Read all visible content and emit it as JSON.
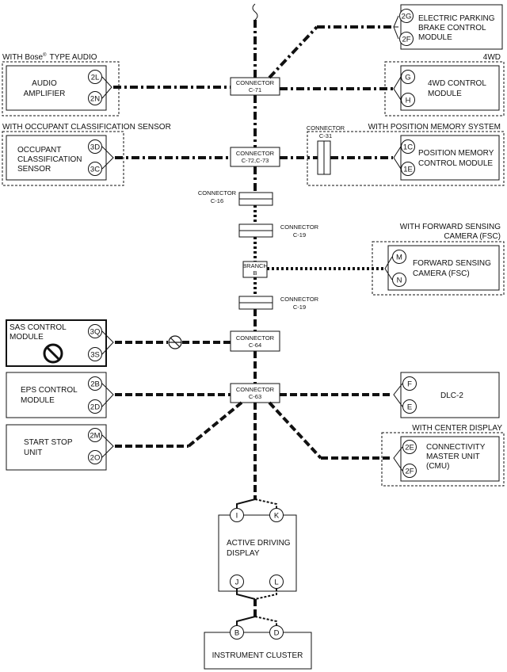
{
  "section_labels": {
    "bose_prefix": "WITH Bose",
    "bose_reg": "®",
    "bose_suffix": "TYPE AUDIO",
    "awd": "4WD",
    "occupant": "WITH OCCUPANT CLASSIFICATION SENSOR",
    "position_memory": "WITH POSITION MEMORY SYSTEM",
    "fsc_line1": "WITH FORWARD SENSING",
    "fsc_line2": "CAMERA (FSC)",
    "center_display": "WITH CENTER DISPLAY"
  },
  "modules": {
    "epb": [
      "ELECTRIC PARKING",
      "BRAKE CONTROL",
      "MODULE"
    ],
    "audio": [
      "AUDIO",
      "AMPLIFIER"
    ],
    "awd": [
      "4WD CONTROL",
      "MODULE"
    ],
    "ocs": [
      "OCCUPANT",
      "CLASSIFICATION",
      "SENSOR"
    ],
    "pm": [
      "POSITION MEMORY",
      "CONTROL MODULE"
    ],
    "fsc": [
      "FORWARD SENSING",
      "CAMERA (FSC)"
    ],
    "sas": [
      "SAS CONTROL",
      "MODULE"
    ],
    "eps": [
      "EPS CONTROL",
      "MODULE"
    ],
    "dlc": [
      "DLC-2"
    ],
    "ss": [
      "START STOP",
      "UNIT"
    ],
    "cmu": [
      "CONNECTIVITY",
      "MASTER UNIT",
      "(CMU)"
    ],
    "adl": [
      "ACTIVE DRIVING",
      "DISPLAY"
    ],
    "ic": [
      "INSTRUMENT CLUSTER"
    ]
  },
  "connectors": {
    "c71": [
      "CONNECTOR",
      "C-71"
    ],
    "c72": [
      "CONNECTOR",
      "C-72,C-73"
    ],
    "c31": [
      "CONNECTOR",
      "C-31"
    ],
    "c16": [
      "CONNECTOR",
      "C-16"
    ],
    "c19a": [
      "CONNECTOR",
      "C-19"
    ],
    "branch": [
      "BRANCH",
      "B"
    ],
    "c19b": [
      "CONNECTOR",
      "C-19"
    ],
    "c64": [
      "CONNECTOR",
      "C-64"
    ],
    "c63": [
      "CONNECTOR",
      "C-63"
    ]
  },
  "pins": {
    "epb": [
      "2G",
      "2F"
    ],
    "audio": [
      "2L",
      "2N"
    ],
    "awd": [
      "G",
      "H"
    ],
    "ocs": [
      "3D",
      "3C"
    ],
    "pm": [
      "1C",
      "1E"
    ],
    "fsc": [
      "M",
      "N"
    ],
    "sas": [
      "3Q",
      "3S"
    ],
    "eps": [
      "2B",
      "2D"
    ],
    "dlc": [
      "F",
      "E"
    ],
    "ss": [
      "2M",
      "2O"
    ],
    "cmu": [
      "2E",
      "2F"
    ],
    "adl_top": [
      "I",
      "K"
    ],
    "adl_bottom": [
      "J",
      "L"
    ],
    "ic": [
      "B",
      "D"
    ]
  },
  "icons": {
    "sas_prohibited": "prohibited-icon",
    "line_break": "wavy-break-icon",
    "sas_line_mark": "no-entry-line-icon"
  }
}
